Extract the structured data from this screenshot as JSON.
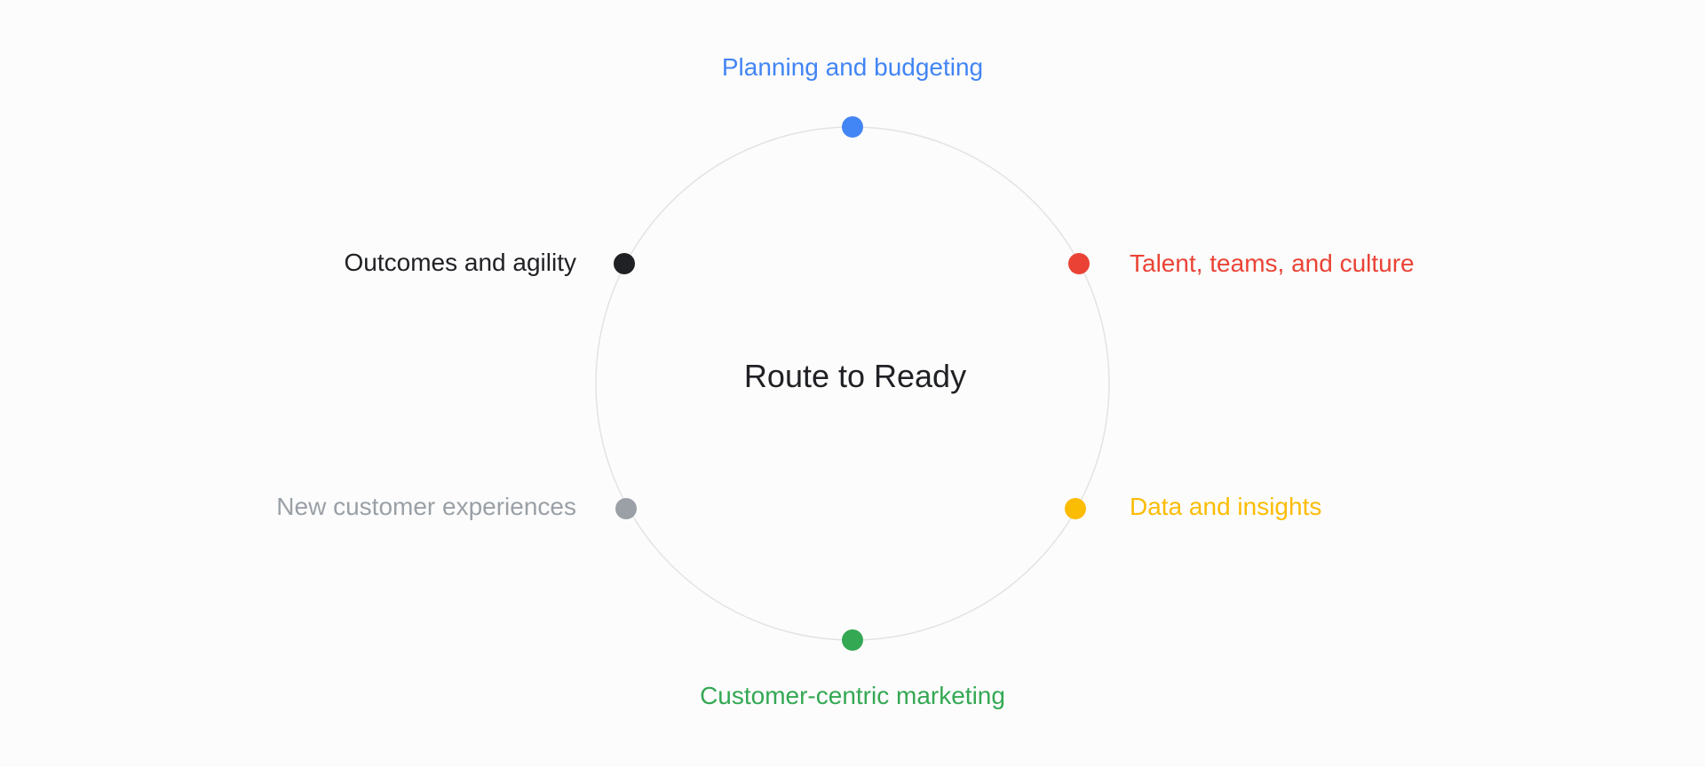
{
  "diagram": {
    "center_title": "Route to Ready",
    "nodes": [
      {
        "id": "planning",
        "label": "Planning and budgeting",
        "color": "#4285f4"
      },
      {
        "id": "talent",
        "label": "Talent, teams, and culture",
        "color": "#ea4335"
      },
      {
        "id": "data",
        "label": "Data and insights",
        "color": "#fbbc04"
      },
      {
        "id": "marketing",
        "label": "Customer-centric marketing",
        "color": "#34a853"
      },
      {
        "id": "experiences",
        "label": "New customer experiences",
        "color": "#9aa0a6"
      },
      {
        "id": "outcomes",
        "label": "Outcomes and agility",
        "color": "#202124"
      }
    ],
    "ring_color": "#e3e3e3"
  }
}
